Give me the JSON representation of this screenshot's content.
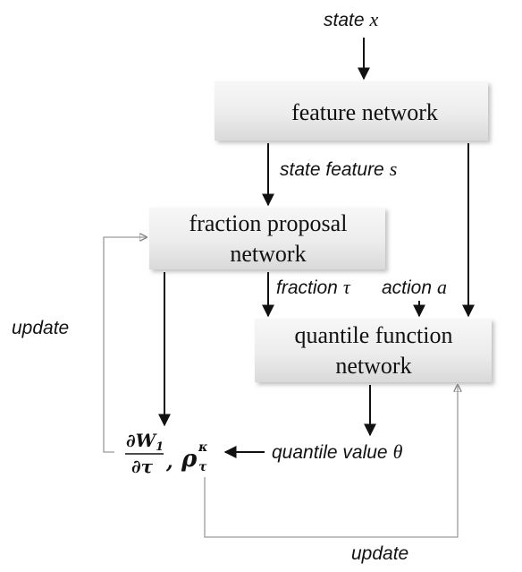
{
  "labels": {
    "state_prefix": "state",
    "state_var": "x",
    "state_feature_prefix": "state feature",
    "state_feature_var": "s",
    "fraction_prefix": "fraction",
    "fraction_var": "τ",
    "action_prefix": "action",
    "action_var": "a",
    "quantile_value_prefix": "quantile value",
    "quantile_value_var": "θ",
    "update_left": "update",
    "update_bottom": "update"
  },
  "boxes": {
    "feature_network": "feature network",
    "fraction_proposal_line1": "fraction proposal",
    "fraction_proposal_line2": "network",
    "quantile_function_line1": "quantile function",
    "quantile_function_line2": "network"
  },
  "formula": {
    "numerator": "∂W",
    "numerator_sub": "1",
    "denominator": "∂τ",
    "separator": ",",
    "rho": "ρ",
    "rho_sup": "κ",
    "rho_sub": "τ"
  }
}
